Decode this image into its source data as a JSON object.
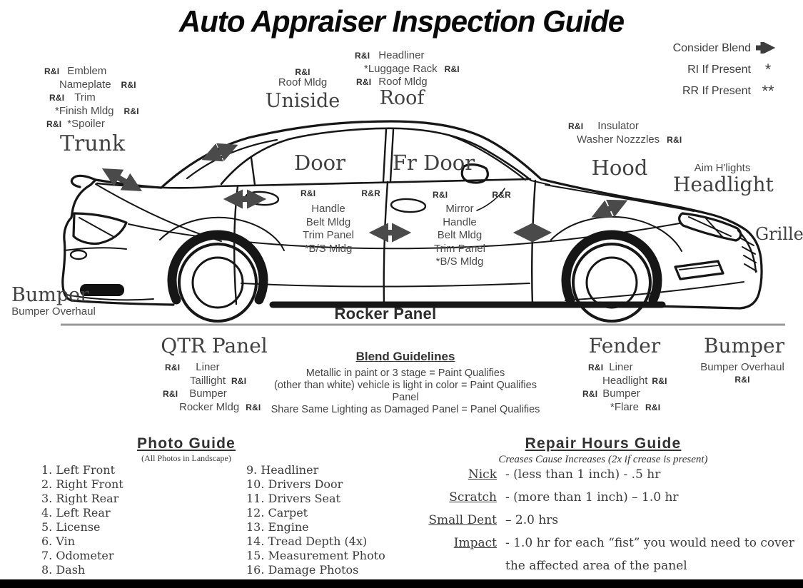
{
  "title": "Auto Appraiser Inspection Guide",
  "rni": "R&I",
  "rnr": "R&R",
  "legend": {
    "blend": "Consider Blend",
    "ri": "RI If Present",
    "ri_sym": "*",
    "rr": "RR If Present",
    "rr_sym": "**"
  },
  "trunk": {
    "l1": "Emblem",
    "l2": "Nameplate",
    "l3": "Trim",
    "l4": "*Finish Mldg",
    "l5": "*Spoiler",
    "big": "Trunk"
  },
  "uniside": {
    "small": "Roof Mldg",
    "big": "Uniside"
  },
  "roof": {
    "l1": "Headliner",
    "l2": "*Luggage Rack",
    "l3": "Roof Mldg",
    "big": "Roof"
  },
  "front": {
    "insulator": "Insulator",
    "washer": "Washer Nozzzles",
    "hood": "Hood",
    "aim": "Aim H'lights",
    "headlight": "Headlight",
    "grille": "Grille"
  },
  "door": {
    "big": "Door",
    "items": [
      "Handle",
      "Belt Mldg",
      "Trim Panel",
      "*B/S Mldg"
    ]
  },
  "fr_door": {
    "big": "Fr Door",
    "items": [
      "Mirror",
      "Handle",
      "Belt Mldg",
      "Trim Panel",
      "*B/S Mldg"
    ]
  },
  "bumper_left": {
    "big": "Bumper",
    "sub": "Bumper Overhaul"
  },
  "rocker": "Rocker Panel",
  "qtr": {
    "big": "QTR Panel",
    "r1": "Liner",
    "r2": "Taillight",
    "r3": "Bumper",
    "r4": "Rocker Mldg"
  },
  "blend": {
    "header": "Blend Guidelines",
    "lines": [
      "Metallic in paint or 3 stage = Paint Qualifies",
      "(other than white) vehicle is light in color = Paint Qualifies Panel",
      "Share Same Lighting as Damaged Panel = Panel Qualifies"
    ]
  },
  "fender": {
    "big": "Fender",
    "r1": "Liner",
    "r2": "Headlight",
    "r3": "Bumper",
    "r4": "*Flare"
  },
  "bumper_right": {
    "big": "Bumper",
    "sub": "Bumper Overhaul"
  },
  "photo_guide": {
    "header": "Photo Guide",
    "sub": "(All Photos in Landscape)",
    "col1": [
      "1. Left Front",
      "2. Right Front",
      "3. Right Rear",
      "4. Left Rear",
      "5. License",
      "6. Vin",
      "7. Odometer",
      "8. Dash"
    ],
    "col2": [
      "9. Headliner",
      "10. Drivers Door",
      "11. Drivers Seat",
      "12. Carpet",
      "13. Engine",
      "14. Tread Depth (4x)",
      "15. Measurement Photo",
      "16. Damage Photos"
    ]
  },
  "repair": {
    "header": "Repair Hours Guide",
    "sub": "Creases Cause Increases (2x if crease is present)",
    "rows": [
      {
        "term": "Nick",
        "desc": "- (less than 1 inch) - .5 hr"
      },
      {
        "term": "Scratch",
        "desc": "- (more than 1 inch) – 1.0 hr"
      },
      {
        "term": "Small Dent",
        "desc": "– 2.0 hrs"
      },
      {
        "term": "Impact",
        "desc": "- 1.0 hr for each “fist” you would need to cover",
        "desc2": "the affected area of the panel"
      }
    ]
  },
  "colors": {
    "line": "#161616",
    "arrow": "#4a4a4a",
    "text": "#454545",
    "heading": "#0a0a0a"
  }
}
